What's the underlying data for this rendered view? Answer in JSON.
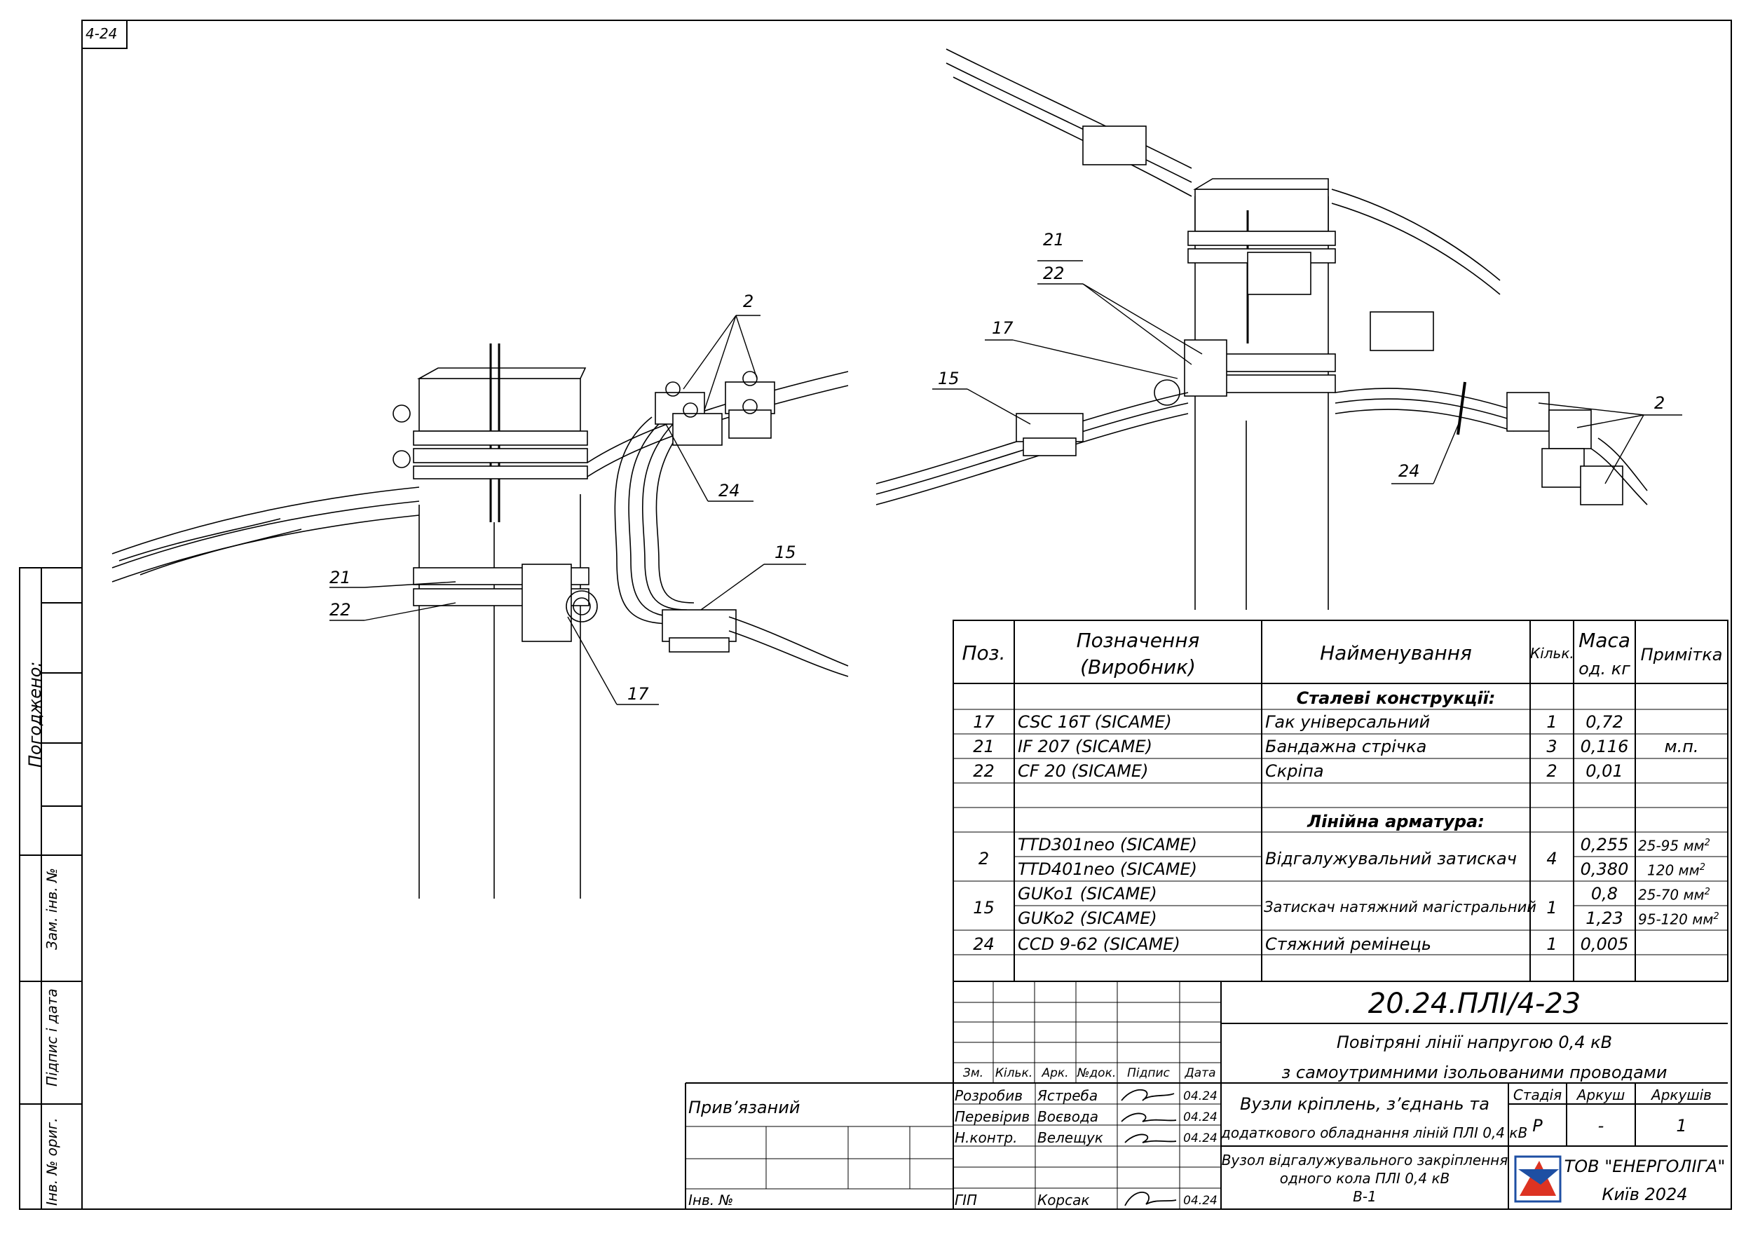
{
  "sheet": {
    "sheet_code": "4-24",
    "approved_label": "Погоджено:",
    "side_labels": [
      "Зам. інв. №",
      "Підпис і дата",
      "Інв. № ориг."
    ]
  },
  "callouts": {
    "left": {
      "pos2": "2",
      "pos24": "24",
      "pos15": "15",
      "pos21": "21",
      "pos22": "22",
      "pos17": "17"
    },
    "right": {
      "pos21": "21",
      "pos22": "22",
      "pos17": "17",
      "pos15": "15",
      "pos2": "2",
      "pos24": "24"
    }
  },
  "spec": {
    "headers": {
      "pos": "Поз.",
      "designation_1": "Позначення",
      "designation_2": "(Виробник)",
      "name": "Найменування",
      "qty": "Кільк.",
      "mass_1": "Маса",
      "mass_2": "од. кг",
      "note": "Примітка"
    },
    "section_steel": "Сталеві конструкції:",
    "section_line": "Лінійна арматура:",
    "rows": [
      {
        "pos": "17",
        "designation": "CSC 16T   (SICAME)",
        "name": "Гак універсальний",
        "qty": "1",
        "mass": "0,72",
        "note": ""
      },
      {
        "pos": "21",
        "designation": "IF 207   (SICAME)",
        "name": "Бандажна стрічка",
        "qty": "3",
        "mass": "0,116",
        "note": "м.п."
      },
      {
        "pos": "22",
        "designation": "CF 20   (SICAME)",
        "name": "Скріпа",
        "qty": "2",
        "mass": "0,01",
        "note": ""
      }
    ],
    "row2": {
      "pos": "2",
      "designation_a": "TTD301neo   (SICAME)",
      "designation_b": "TTD401neo   (SICAME)",
      "name": "Відгалужувальний затискач",
      "qty": "4",
      "mass_a": "0,255",
      "mass_b": "0,380",
      "note_a": "25-95 мм",
      "note_b": "120 мм",
      "sup": "2"
    },
    "row15": {
      "pos": "15",
      "designation_a": "GUKo1   (SICAME)",
      "designation_b": "GUKo2   (SICAME)",
      "name": "Затискач натяжний магістральний",
      "qty": "1",
      "mass_a": "0,8",
      "mass_b": "1,23",
      "note_a": "25-70 мм",
      "note_b": "95-120 мм",
      "sup": "2"
    },
    "row24": {
      "pos": "24",
      "designation": "CCD 9-62   (SICAME)",
      "name": "Стяжний ремінець",
      "qty": "1",
      "mass": "0,005",
      "note": ""
    }
  },
  "title_block": {
    "doc_number": "20.24.ПЛІ/4-23",
    "project_line1": "Повітряні лінії напругою 0,4 кВ",
    "project_line2": "з самоутримними ізольованими проводами",
    "section_line1": "Вузли кріплень, з’єднань та",
    "section_line2": "додаткового обладнання ліній ПЛІ 0,4 кВ",
    "drawing_line1": "Вузол відгалужувального закріплення",
    "drawing_line2": "одного кола ПЛІ 0,4 кВ",
    "drawing_line3": "В-1",
    "stage_label": "Стадія",
    "sheet_label": "Аркуш",
    "sheets_label": "Аркушів",
    "stage": "Р",
    "sheet": "-",
    "sheets": "1",
    "company": "ТОВ \"ЕНЕРГОЛІГА\"",
    "city_year": "Київ 2024",
    "col_headers": [
      "Зм.",
      "Кільк.",
      "Арк.",
      "№док.",
      "Підпис",
      "Дата"
    ],
    "people": [
      {
        "role": "Розробив",
        "name": "Ястреба",
        "date": "04.24"
      },
      {
        "role": "Перевірив",
        "name": "Воєвода",
        "date": "04.24"
      },
      {
        "role": "Н.контр.",
        "name": "Велещук",
        "date": "04.24"
      },
      {
        "role": "ГІП",
        "name": "Корсак",
        "date": "04.24"
      }
    ],
    "bound_label": "Прив’язаний",
    "inv_label": "Інв. №"
  }
}
